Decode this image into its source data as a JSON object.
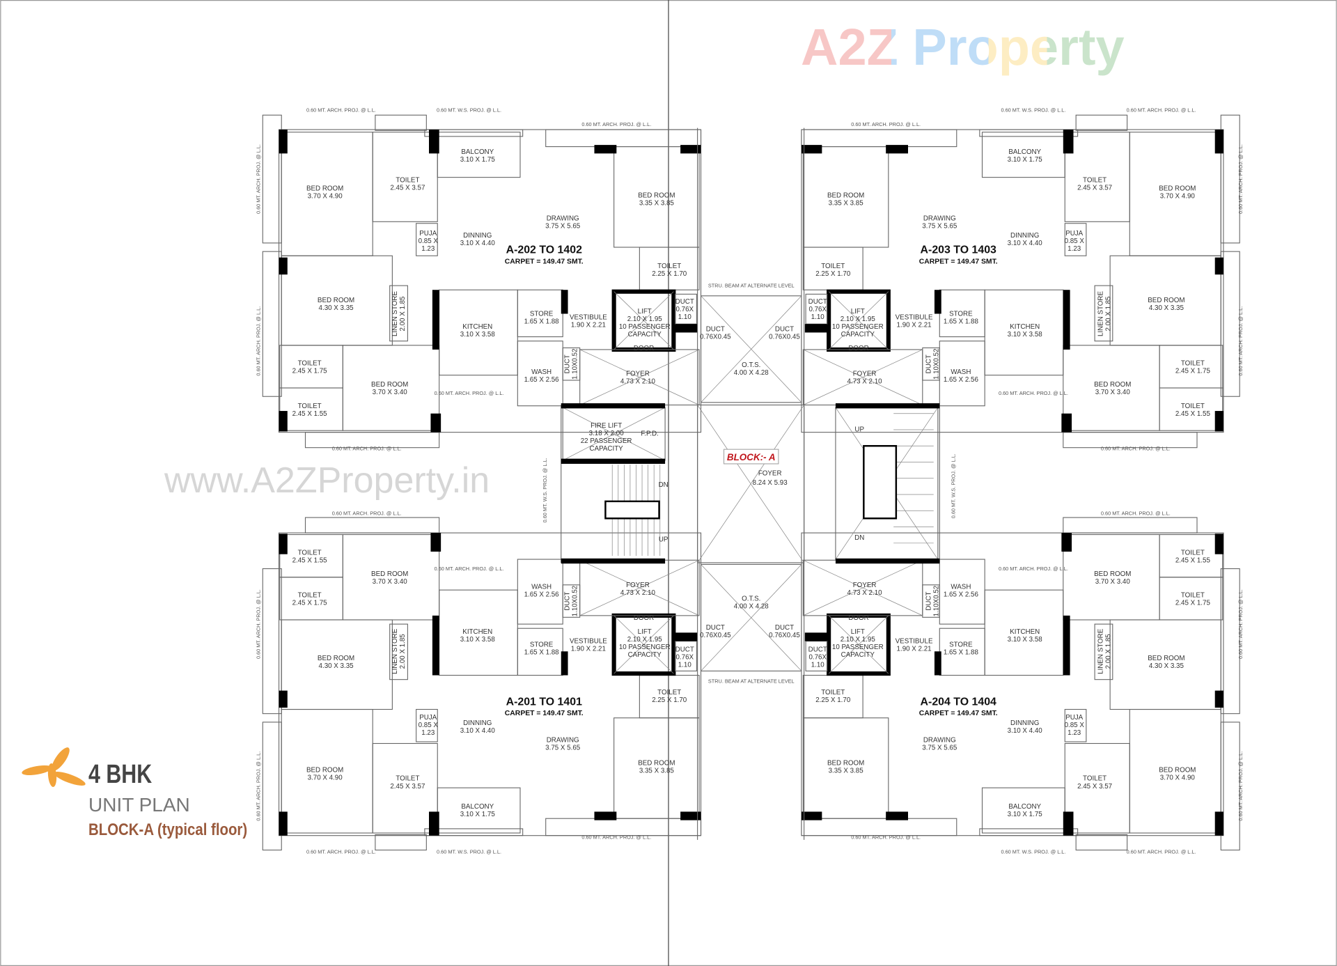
{
  "units": [
    {
      "title": "A-202 TO 1402",
      "carpet": "CARPET = 149.47 SMT."
    },
    {
      "title": "A-203 TO 1403",
      "carpet": "CARPET = 149.47 SMT."
    },
    {
      "title": "A-201 TO 1401",
      "carpet": "CARPET = 149.47 SMT."
    },
    {
      "title": "A-204 TO 1404",
      "carpet": "CARPET = 149.47 SMT."
    }
  ],
  "rooms": [
    {
      "lines": [
        "BED ROOM",
        "3.70 X 4.90"
      ]
    },
    {
      "lines": [
        "TOILET",
        "2.45 X 3.57"
      ]
    },
    {
      "lines": [
        "BALCONY",
        "3.10 X 1.75"
      ]
    },
    {
      "lines": [
        "PUJA",
        "0.85 X",
        "1.23"
      ]
    },
    {
      "lines": [
        "DINNING",
        "3.10 X 4.40"
      ]
    },
    {
      "lines": [
        "DRAWING",
        "3.75 X 5.65"
      ]
    },
    {
      "lines": [
        "BED ROOM",
        "3.35 X 3.85"
      ]
    },
    {
      "lines": [
        "TOILET",
        "2.25 X 1.70"
      ]
    },
    {
      "lines": [
        "BED ROOM",
        "4.30 X 3.35"
      ]
    },
    {
      "lines": [
        "LINEN STORE",
        "2.00 X 1.85"
      ]
    },
    {
      "lines": [
        "KITCHEN",
        "3.10 X 3.58"
      ]
    },
    {
      "lines": [
        "STORE",
        "1.65 X 1.88"
      ]
    },
    {
      "lines": [
        "VESTIBULE",
        "1.90 X 2.21"
      ]
    },
    {
      "lines": [
        "LIFT",
        "2.10 X 1.95",
        "10 PASSENGER",
        "CAPACITY"
      ]
    },
    {
      "lines": [
        "DUCT",
        "0.76X",
        "1.10"
      ]
    },
    {
      "lines": [
        "DOOR"
      ]
    },
    {
      "lines": [
        "DUCT",
        "1.10X0.52"
      ]
    },
    {
      "lines": [
        "WASH",
        "1.65 X 2.56"
      ]
    },
    {
      "lines": [
        "FOYER",
        "4.73 X 2.10"
      ]
    },
    {
      "lines": [
        "TOILET",
        "2.45 X 1.75"
      ]
    },
    {
      "lines": [
        "BED ROOM",
        "3.70 X 3.40"
      ]
    },
    {
      "lines": [
        "TOILET",
        "2.45 X 1.55"
      ]
    }
  ],
  "projections": [
    "0.60 MT. ARCH. PROJ. @ L.L.",
    "0.60 MT. W.S. PROJ. @ L.L.",
    "0.60 MT. ARCH. PROJ. @ L.L.",
    "0.60 MT. ARCH. PROJ. @ L.L.",
    "0.60 MT. ARCH. PROJ. @ L.L.",
    "0.60 MT. ARCH. PROJ. @ L.L.",
    "0.60 MT. ARCH. PROJ. @ L.L."
  ],
  "core": {
    "stru_beam": "STRU. BEAM AT ALTERNATE LEVEL",
    "duct_small": [
      "DUCT",
      "0.76X0.45"
    ],
    "ots": [
      "O.T.S.",
      "4.00 X 4.28"
    ],
    "block": "BLOCK:- A",
    "foyer": [
      "FOYER",
      "8.24 X 5.93"
    ],
    "fire_lift": [
      "FIRE LIFT",
      "3.18 X 2.00",
      "22 PASSENGER",
      "CAPACITY"
    ],
    "fpd": "F.P.D.",
    "up": "UP",
    "dn": "DN",
    "ws_proj": "0.60 MT. W.S. PROJ. @ L.L."
  },
  "legend": {
    "bhk": "4 BHK",
    "unit_plan": "UNIT PLAN",
    "block": "BLOCK-A (typical floor)"
  },
  "watermark": {
    "url": "www.A2ZProperty.in",
    "brand": "A2Z Property"
  },
  "colors": {
    "logo": "#f2a33a",
    "block_label": "#c0161c",
    "legend_block": "#9a5a3c"
  }
}
